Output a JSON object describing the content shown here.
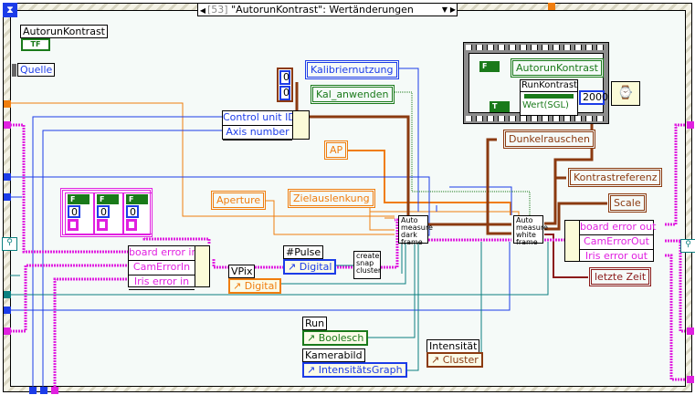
{
  "case_structure": {
    "selector_index": "[53]",
    "selector_label": "\"AutorunKontrast\": Wertänderungen",
    "event_icon": "hourglass-icon"
  },
  "colors": {
    "boolean": "#1a7a1a",
    "integer": "#1c3ce8",
    "double": "#f07d0e",
    "cluster": "#8b3a10",
    "error_cluster": "#e020e0",
    "refnum": "#0a7f7f",
    "timestamp": "#8b1a1a"
  },
  "nodes": {
    "autorun_kontrast_label": "AutorunKontrast",
    "autorun_kontrast_terminal": "TF",
    "quelle_label": "Quelle",
    "array_const": [
      "0",
      "0"
    ],
    "kalibriernutzung": "Kalibriernutzung",
    "kal_anwenden": "Kal_anwenden",
    "control_unit_bundle": [
      "Control unit ID",
      "Axis number"
    ],
    "ap": "AP",
    "aperture": "Aperture",
    "zielauslenkung": "Zielauslenkung",
    "error_bundle": [
      "board error in",
      "CamErrorIn",
      "Iris error in"
    ],
    "error_const": {
      "bool": "F",
      "code": "0"
    },
    "vpix_label": "VPix",
    "vpix_ref": "Digital",
    "pulse_label": "#Pulse",
    "pulse_ref": "Digital",
    "create_snap": [
      "create",
      "snap",
      "cluster"
    ],
    "dark_frame": [
      "Auto",
      "measure",
      "dark",
      "frame"
    ],
    "white_frame": [
      "Auto",
      "measure",
      "white",
      "frame"
    ],
    "run_label": "Run",
    "run_ref": "Boolesch",
    "kamerabild_label": "Kamerabild",
    "kamerabild_ref": "IntensitätsGraph",
    "intensitaet_label": "Intensität",
    "intensitaet_ref": "Cluster",
    "dunkelrauschen": "Dunkelrauschen",
    "kontrastreferenz": "Kontrastreferenz",
    "scale": "Scale",
    "letzte_zeit": "letzte Zeit",
    "error_out_bundle": [
      "board error out",
      "CamErrorOut",
      "Iris error out"
    ]
  },
  "sequence": {
    "false_const": "F",
    "autorun_local": "AutorunKontrast",
    "true_const": "T",
    "property_node_label": "RunKontrast",
    "property_node_item": "Wert(SGL)",
    "wait_ms": "2000",
    "wait_icon": "stopwatch-icon"
  }
}
